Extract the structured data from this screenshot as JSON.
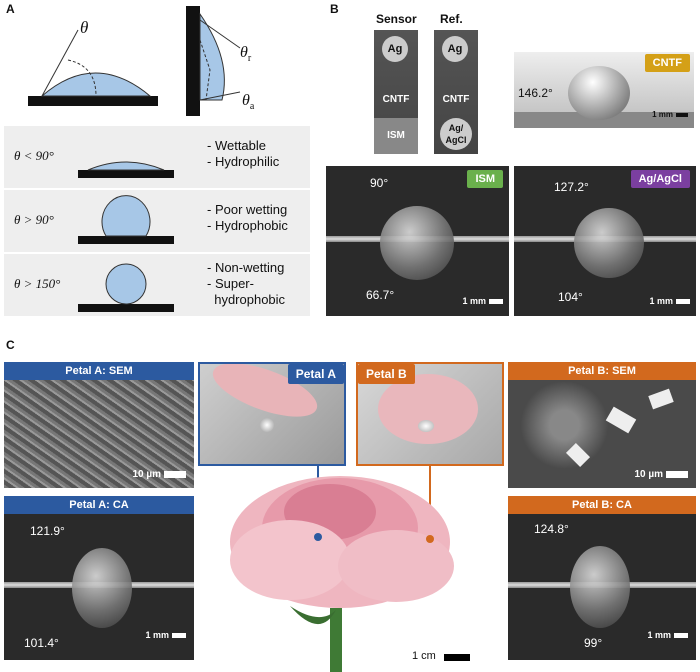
{
  "panels": {
    "a": "A",
    "b": "B",
    "c": "C"
  },
  "panel_a": {
    "theta": "θ",
    "theta_r": "θ",
    "theta_r_sub": "r",
    "theta_a": "θ",
    "theta_a_sub": "a",
    "rows": [
      {
        "condition": "θ < 90°",
        "desc": "- Wettable\n- Hydrophilic"
      },
      {
        "condition": "θ > 90°",
        "desc": "- Poor wetting\n- Hydrophobic"
      },
      {
        "condition": "θ > 150°",
        "desc": "- Non-wetting\n- Super-\n  hydrophobic"
      }
    ]
  },
  "panel_b": {
    "sensor_label": "Sensor",
    "ref_label": "Ref.",
    "sensor_strip": [
      "Ag",
      "CNTF",
      "ISM"
    ],
    "ref_strip": [
      "Ag",
      "CNTF",
      "Ag/\nAgCl"
    ],
    "cntf": {
      "tag": "CNTF",
      "angle": "146.2°",
      "scale": "1 mm"
    },
    "ism": {
      "tag": "ISM",
      "angle_top": "90°",
      "angle_bottom": "66.7°",
      "scale": "1 mm"
    },
    "agcl": {
      "tag": "Ag/AgCl",
      "angle_top": "127.2°",
      "angle_bottom": "104°",
      "scale": "1 mm"
    }
  },
  "panel_c": {
    "a_sem": {
      "title": "Petal A: SEM",
      "scale": "10 µm"
    },
    "a_ca": {
      "title": "Petal A: CA",
      "angle_top": "121.9°",
      "angle_bottom": "101.4°",
      "scale": "1 mm"
    },
    "b_sem": {
      "title": "Petal B: SEM",
      "scale": "10 µm"
    },
    "b_ca": {
      "title": "Petal B: CA",
      "angle_top": "124.8°",
      "angle_bottom": "99°",
      "scale": "1 mm"
    },
    "tag_a": "Petal A",
    "tag_b": "Petal B",
    "rose_scale": "1 cm"
  },
  "colors": {
    "blue": "#2c5aa0",
    "orange": "#d2691e",
    "green": "#6ab04c",
    "purple": "#7b3fa0",
    "gold": "#d4a017",
    "drop": "#a7c7e7"
  }
}
